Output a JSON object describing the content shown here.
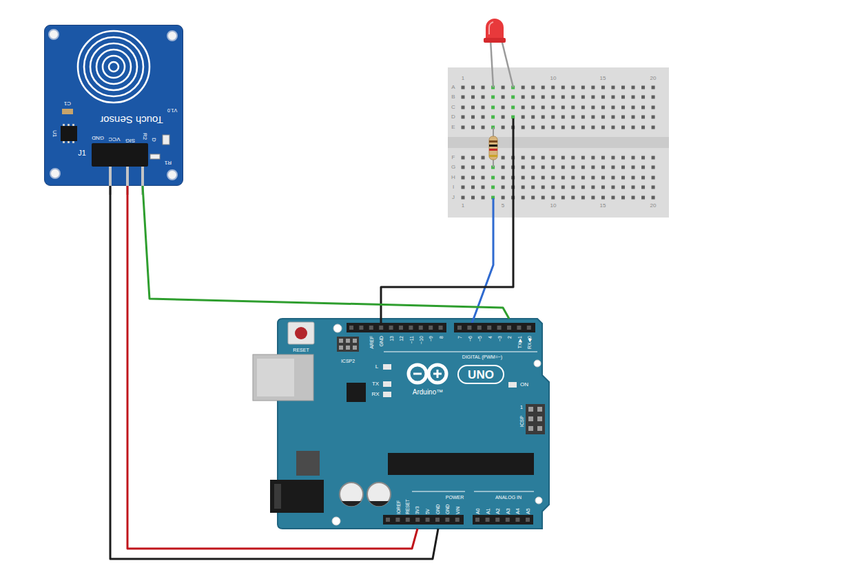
{
  "diagram": {
    "nodes": [
      {
        "text": [
          "Touch Sensor"
        ]
      },
      {
        "text": [
          "UNO",
          "Arduino™"
        ]
      }
    ],
    "edges": [
      {
        "from": 0,
        "to": 1,
        "arrow": "none"
      },
      {
        "from": 0,
        "to": 1,
        "arrow": "none"
      },
      {
        "from": 0,
        "to": 1,
        "arrow": "none"
      }
    ],
    "labels": [
      "V1.0",
      "C1",
      "U1",
      "J1",
      "GND",
      "VCC",
      "SIG",
      "R2",
      "D",
      "R1",
      "1",
      "10",
      "15",
      "20",
      "1",
      "5",
      "10",
      "15",
      "20",
      "A",
      "B",
      "C",
      "D",
      "E",
      "F",
      "G",
      "H",
      "I",
      "J",
      "RESET",
      "ICSP2",
      "L",
      "TX",
      "RX",
      "ON",
      "1",
      "ICSP",
      "DIGITAL (PWM=~)",
      "AREF",
      "GND",
      "13",
      "12",
      "~11",
      "~10",
      "~9",
      "8",
      "7",
      "~6",
      "~5",
      "4",
      "~3",
      "2",
      "TX▶1",
      "RX◀0",
      "IOREF",
      "RESET",
      "3V3",
      "5V",
      "GND",
      "GND",
      "VIN",
      "POWER",
      "ANALOG IN",
      "A0",
      "A1",
      "A2",
      "A3",
      "A4",
      "A5"
    ]
  }
}
